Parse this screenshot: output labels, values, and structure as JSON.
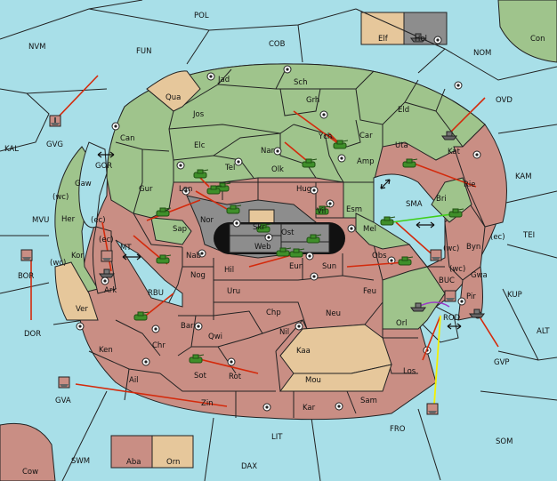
{
  "colors": {
    "sea": "#a8dfe8",
    "green": "#9fc48c",
    "red": "#c98e84",
    "tan": "#e6c79b",
    "gray": "#8d8d8d",
    "black": "#111111",
    "order_red": "#d42a0c",
    "order_green": "#3fcf1a",
    "order_yellow": "#f4f000",
    "order_purple": "#9a3cc8"
  },
  "sea_labels": {
    "pol": "POL",
    "cob": "COB",
    "fun": "FUN",
    "nvm": "NVM",
    "nom": "NOM",
    "con": "Con",
    "ovd": "OVD",
    "kal": "KAL",
    "kam": "KAM",
    "tei": "TEI",
    "mvu": "MVU",
    "bor": "BOR",
    "dor": "DOR",
    "kup": "KUP",
    "alt": "ALT",
    "gvp": "GVP",
    "gva": "GVA",
    "fro": "FRO",
    "som": "SOM",
    "lit": "LIT",
    "swm": "SWM",
    "dax": "DAX",
    "cow": "Cow",
    "gor": "GOR",
    "rbu": "RBU",
    "sma": "SMA",
    "buc": "BUC",
    "rod": "ROD",
    "mt": "MT",
    "gvg": "GVG"
  },
  "land_labels": {
    "jad": "Jad",
    "sch": "Sch",
    "qua": "Qua",
    "jos": "Jos",
    "grh": "Grh",
    "can": "Can",
    "elc": "Elc",
    "ych": "Ych",
    "car": "Car",
    "eld": "Eld",
    "uta": "Uta",
    "kat": "Kat",
    "nar": "Nar",
    "tel": "Tel",
    "olk": "Olk",
    "amp": "Amp",
    "gur": "Gur",
    "lan": "Lan",
    "hug": "Hug",
    "gaw": "Gaw",
    "rie": "Rie",
    "bri": "Bri",
    "sap": "Sap",
    "nor": "Nor",
    "skr": "Skr",
    "vil": "Vil",
    "esm": "Esm",
    "her": "Her",
    "ost": "Ost",
    "mel": "Mel",
    "web": "Web",
    "byn": "Byn",
    "kor": "Kor",
    "nab": "Nab",
    "eun": "Eun",
    "sun": "Sun",
    "obs": "Obs",
    "hil": "Hil",
    "gwa": "Gwa",
    "nog": "Nog",
    "ark": "Ark",
    "uru": "Uru",
    "feu": "Feu",
    "pir": "Pir",
    "ver": "Ver",
    "chp": "Chp",
    "neu": "Neu",
    "orl": "Orl",
    "bar": "Bar",
    "qwi": "Qwi",
    "nil": "Nil",
    "ken": "Ken",
    "chr": "Chr",
    "kaa": "Kaa",
    "ail": "Ail",
    "sot": "Sot",
    "rot": "Rot",
    "mou": "Mou",
    "los": "Los",
    "sam": "Sam",
    "zin": "Zin",
    "kar": "Kar",
    "elf": "Elf",
    "hel": "Hel",
    "aba": "Aba",
    "orn": "Orn"
  },
  "coast_labels": {
    "wc_gaw": "(wc)",
    "ec_her": "(ec)",
    "ec_kor": "(ec)",
    "wc_kor": "(wc)",
    "wc_byn": "(wc)",
    "ec_byn": "(ec)",
    "wc_gwa": "(wc)"
  },
  "units": {
    "armies": 19,
    "fleets": 11,
    "note": "green tank = army, gray boat = fleet"
  }
}
